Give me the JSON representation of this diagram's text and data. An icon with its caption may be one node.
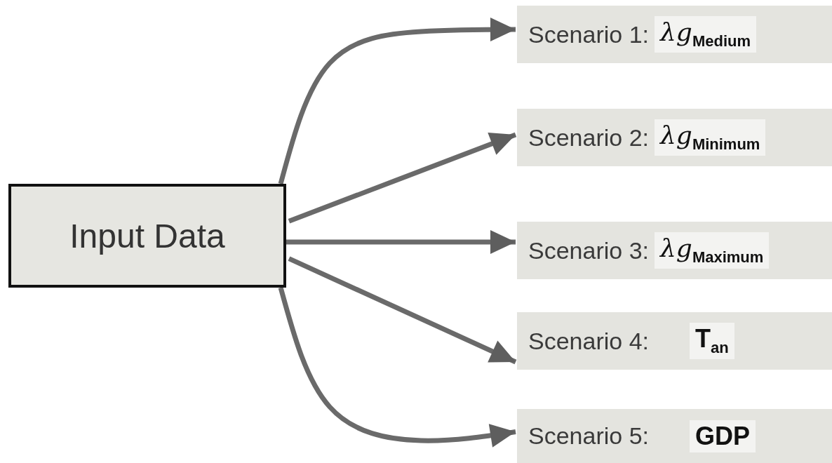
{
  "diagram": {
    "nodes": [
      {
        "text": [
          "Input Data"
        ]
      },
      {
        "text": [
          "Scenario 1:",
          "*λg*$_{Medium}$"
        ]
      },
      {
        "text": [
          "Scenario 2:",
          "*λg*$_{Minimum}$"
        ]
      },
      {
        "text": [
          "Scenario 3:",
          "*λg*$_{Maximum}$"
        ]
      },
      {
        "text": [
          "Scenario 4:",
          "T$_{an}$"
        ]
      },
      {
        "text": [
          "Scenario 5:",
          "GDP"
        ]
      }
    ],
    "edges": [
      {
        "from": 0,
        "to": 1,
        "arrow": "to"
      },
      {
        "from": 0,
        "to": 2,
        "arrow": "to"
      },
      {
        "from": 0,
        "to": 3,
        "arrow": "to"
      },
      {
        "from": 0,
        "to": 4,
        "arrow": "to"
      },
      {
        "from": 0,
        "to": 5,
        "arrow": "to"
      }
    ]
  }
}
